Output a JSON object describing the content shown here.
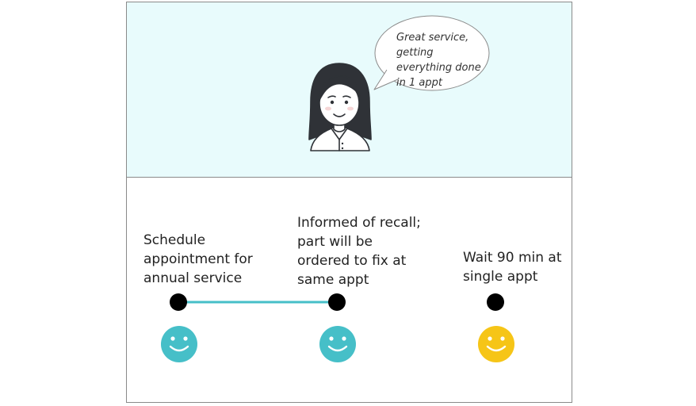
{
  "persona": {
    "quote": "Great service, getting everything done in 1 appt"
  },
  "journey": {
    "steps": [
      {
        "label": "Schedule appointment for annual service",
        "sentiment": "happy",
        "color": "#46bfc8"
      },
      {
        "label": "Informed of recall; part will be ordered to fix at same appt",
        "sentiment": "happy",
        "color": "#46bfc8"
      },
      {
        "label": "Wait 90 min at single appt",
        "sentiment": "happy",
        "color": "#f6c517"
      }
    ],
    "line_colors": {
      "start": "#46bfc8",
      "end": "#f6c517"
    }
  },
  "colors": {
    "panel_background": "#e8fbfc",
    "node": "#000000",
    "border": "#8a8a8a"
  }
}
